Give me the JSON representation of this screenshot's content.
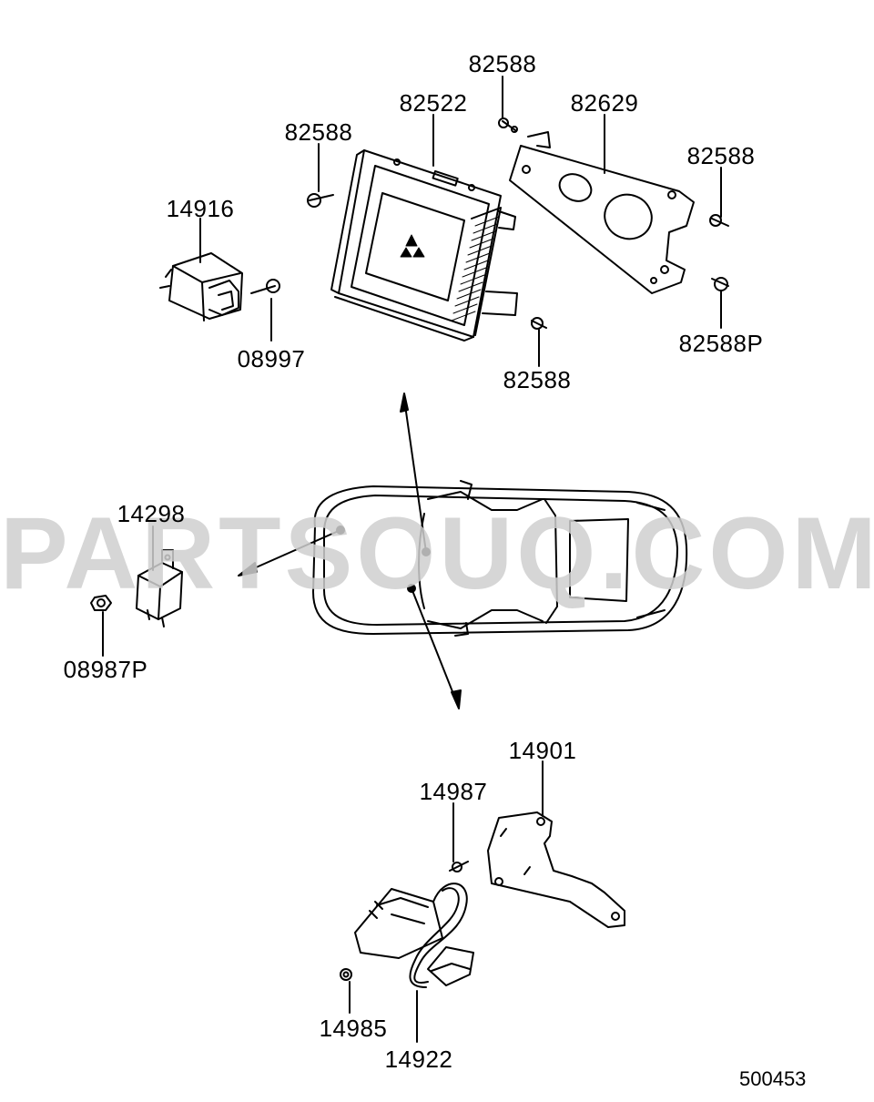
{
  "watermark": "PARTSOUQ.COM",
  "diagram_code": "500453",
  "labels": {
    "ecu": "82522",
    "screw_top": "82588",
    "screw_left": "82588",
    "screw_right": "82588",
    "screw_bottom": "82588",
    "screw_p": "82588P",
    "bracket_ecu": "82629",
    "relay_top": "14916",
    "bolt_relay": "08997",
    "relay_left": "14298",
    "nut_relay": "08987P",
    "bracket_bottom": "14901",
    "bolt_bottom": "14987",
    "nut_bottom": "14985",
    "harness": "14922"
  }
}
